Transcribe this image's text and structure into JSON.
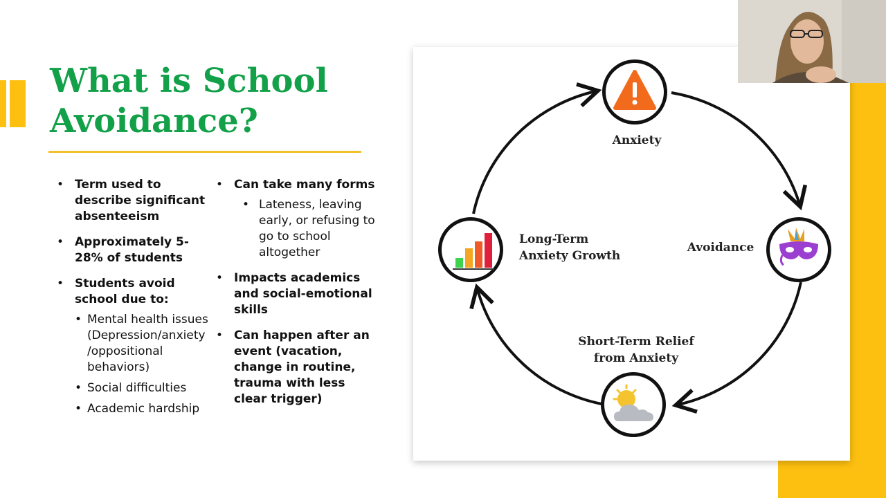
{
  "slide": {
    "title_line1": "What is School",
    "title_line2": "Avoidance?",
    "accent_color": "#fdc010",
    "title_color": "#12a049"
  },
  "left_column": {
    "bullet1": "Term used to describe significant absenteeism",
    "bullet2": "Approximately 5-28% of students",
    "bullet3": "Students avoid school due to:",
    "bullet3_subs": [
      "Mental health issues (Depression/anxiety /oppositional behaviors)",
      "Social difficulties",
      "Academic hardship"
    ]
  },
  "right_column": {
    "bullet1": "Can take many forms",
    "bullet1_sub": "Lateness, leaving early, or refusing to go to school altogether",
    "bullet2": "Impacts academics and social-emotional skills",
    "bullet3": "Can happen after an event (vacation, change in routine, trauma with less clear trigger)"
  },
  "diagram": {
    "labels": {
      "anxiety": "Anxiety",
      "avoidance": "Avoidance",
      "relief_line1": "Short-Term Relief",
      "relief_line2": "from Anxiety",
      "growth_line1": "Long-Term",
      "growth_line2": "Anxiety Growth"
    },
    "icons": {
      "anxiety": "warning-icon",
      "avoidance": "mask-icon",
      "relief": "sun-cloud-icon",
      "growth": "bar-chart-icon"
    }
  },
  "webcam": {
    "icon": "presenter-video"
  }
}
